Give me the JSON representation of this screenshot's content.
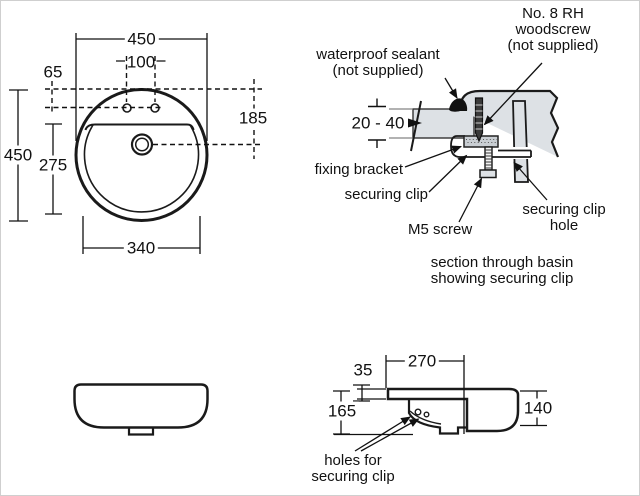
{
  "document": {
    "type": "countertop basin installation drawing",
    "colors": {
      "line": "#1a1a1a",
      "dim_line": "#111111",
      "ceramic_fill": "#dde1e5",
      "bracket_fill": "#c9ced3",
      "sealant_fill": "#111111",
      "canvas_border": "#cfcfcf",
      "background": "#ffffff"
    }
  },
  "plan_view": {
    "dim_overall_width": "450",
    "dim_tap_centres": "100",
    "dim_tap_offset": "65",
    "dim_overall_depth": "450",
    "dim_bowl_depth": "275",
    "dim_bowl_width": "340",
    "dim_waste_offset": "185"
  },
  "clip_section": {
    "label_sealant_1": "waterproof sealant",
    "label_sealant_2": "(not supplied)",
    "label_woodscrew_1": "No. 8 RH",
    "label_woodscrew_2": "woodscrew",
    "label_woodscrew_3": "(not supplied)",
    "dim_worktop_thickness": "20 - 40",
    "label_fixing_bracket": "fixing bracket",
    "label_securing_clip": "securing clip",
    "label_m5_screw": "M5 screw",
    "label_clip_hole_1": "securing clip",
    "label_clip_hole_2": "hole",
    "caption_1": "section through basin",
    "caption_2": "showing securing clip"
  },
  "side_view": {
    "dim_rim_width": "270",
    "dim_rim_thickness": "35",
    "dim_bowl_height": "165",
    "dim_body_height": "140",
    "label_holes_1": "holes for",
    "label_holes_2": "securing clip"
  }
}
